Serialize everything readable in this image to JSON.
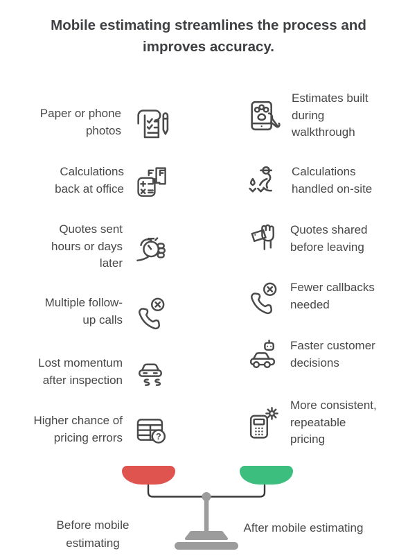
{
  "title": "Mobile estimating streamlines the process and\nimproves accuracy.",
  "before": {
    "label": "Before mobile\nestimating",
    "pan_color": "#E05450",
    "items": [
      {
        "text": "Paper or phone\nphotos",
        "icon": "scroll-pen-icon"
      },
      {
        "text": "Calculations\nback at office",
        "icon": "calculator-document-icon"
      },
      {
        "text": "Quotes sent\nhours or days\nlater",
        "icon": "hand-stopwatch-icon"
      },
      {
        "text": "Multiple follow-\nup calls",
        "icon": "phone-x-icon"
      },
      {
        "text": "Lost momentum\nafter inspection",
        "icon": "car-skid-icon"
      },
      {
        "text": "Higher chance of\npricing errors",
        "icon": "table-question-icon"
      }
    ]
  },
  "after": {
    "label": "After mobile estimating",
    "pan_color": "#3CBE7F",
    "items": [
      {
        "text": "Estimates built\nduring\nwalkthrough",
        "icon": "tablet-hand-icon"
      },
      {
        "text": "Calculations\nhandled on-site",
        "icon": "worker-onsite-icon"
      },
      {
        "text": "Quotes shared\nbefore leaving",
        "icon": "fist-holding-quote-icon"
      },
      {
        "text": "Fewer callbacks\nneeded",
        "icon": "phone-x-icon"
      },
      {
        "text": "Faster customer\ndecisions",
        "icon": "car-robot-icon"
      },
      {
        "text": "More consistent,\nrepeatable\npricing",
        "icon": "calculator-gear-icon"
      }
    ]
  },
  "scale": {
    "beam_color": "#383838",
    "stand_color": "#9C9C9C",
    "icon_stroke_color": "#4A4A4A"
  }
}
